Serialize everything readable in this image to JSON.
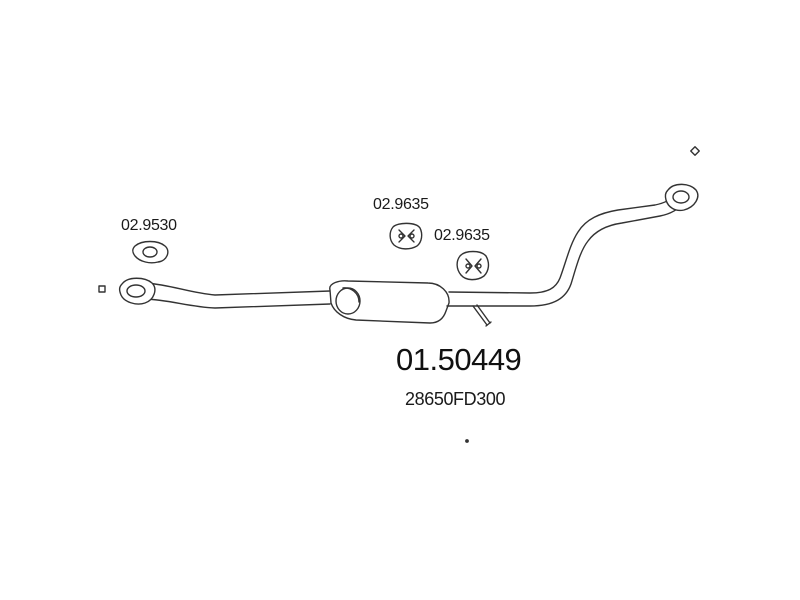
{
  "diagram": {
    "main_part_number": "01.50449",
    "oem_part_number": "28650FD300",
    "accessories": [
      {
        "part_number": "02.9530",
        "kind": "gasket"
      },
      {
        "part_number": "02.9635",
        "kind": "rubber-hanger"
      },
      {
        "part_number": "02.9635",
        "kind": "rubber-hanger"
      }
    ]
  },
  "colors": {
    "line": "#333333",
    "background": "#ffffff"
  }
}
